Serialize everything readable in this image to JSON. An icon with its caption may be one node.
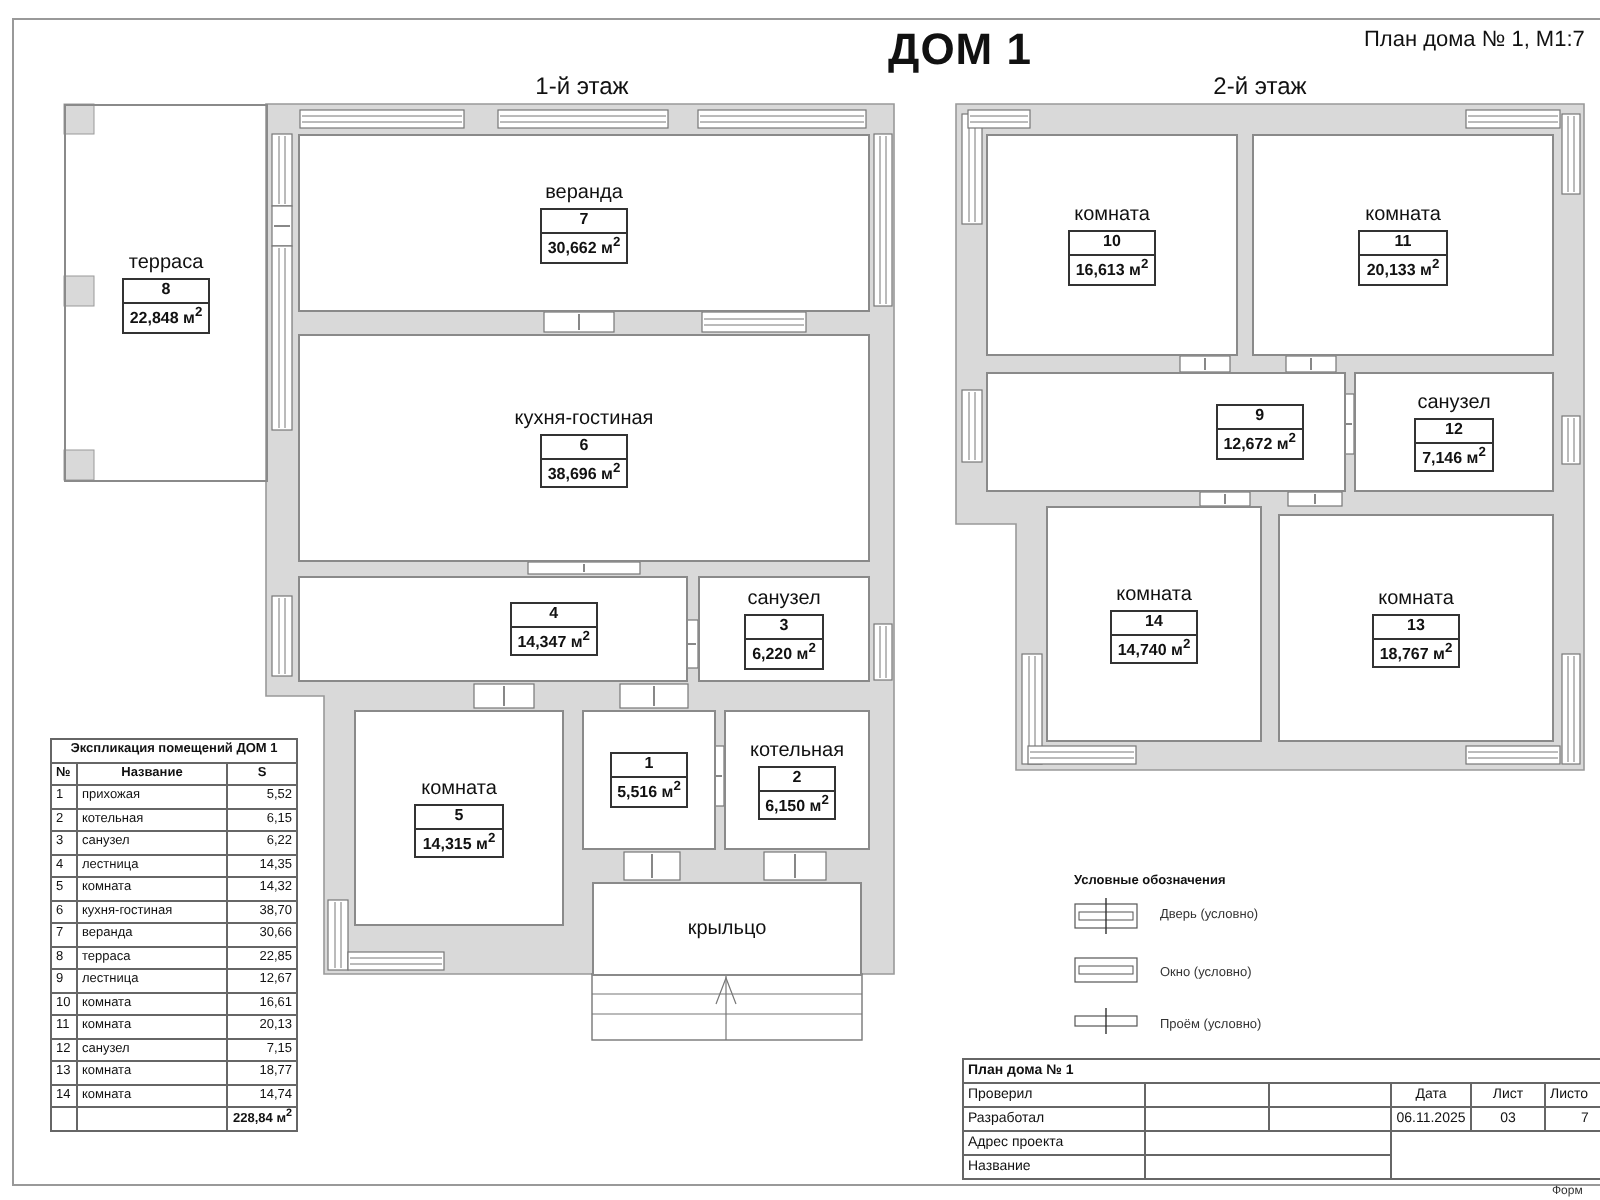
{
  "diagram": {
    "title": "ДОМ 1",
    "nodes": [
      {
        "text": [
          "терраса",
          "8",
          "22,848 м$^{2}$"
        ]
      },
      {
        "text": [
          "веранда",
          "7",
          "30,662 м$^{2}$"
        ]
      },
      {
        "text": [
          "кухня-гостиная",
          "6",
          "38,696 м$^{2}$"
        ]
      },
      {
        "text": [
          "4",
          "14,347 м$^{2}$"
        ]
      },
      {
        "text": [
          "санузел",
          "3",
          "6,220 м$^{2}$"
        ]
      },
      {
        "text": [
          "комната",
          "5",
          "14,315 м$^{2}$"
        ]
      },
      {
        "text": [
          "1",
          "5,516 м$^{2}$"
        ]
      },
      {
        "text": [
          "котельная",
          "2",
          "6,150 м$^{2}$"
        ]
      },
      {
        "text": [
          "крыльцо"
        ]
      },
      {
        "text": [
          "комната",
          "10",
          "16,613 м$^{2}$"
        ]
      },
      {
        "text": [
          "комната",
          "11",
          "20,133 м$^{2}$"
        ]
      },
      {
        "text": [
          "9",
          "12,672 м$^{2}$"
        ]
      },
      {
        "text": [
          "санузел",
          "12",
          "7,146 м$^{2}$"
        ]
      },
      {
        "text": [
          "комната",
          "14",
          "14,740 м$^{2}$"
        ]
      },
      {
        "text": [
          "комната",
          "13",
          "18,767 м$^{2}$"
        ]
      }
    ],
    "labels": [
      "План дома № 1, М1:7",
      "1-й этаж",
      "2-й этаж",
      "Экспликация помещений ДОМ 1",
      "№",
      "Название",
      "S",
      "1",
      "прихожая",
      "5,52",
      "2",
      "котельная",
      "6,15",
      "3",
      "санузел",
      "6,22",
      "4",
      "лестница",
      "14,35",
      "5",
      "комната",
      "14,32",
      "6",
      "кухня-гостиная",
      "38,70",
      "7",
      "веранда",
      "30,66",
      "8",
      "терраса",
      "22,85",
      "9",
      "лестница",
      "12,67",
      "10",
      "комната",
      "16,61",
      "11",
      "комната",
      "20,13",
      "12",
      "санузел",
      "7,15",
      "13",
      "комната",
      "18,77",
      "14",
      "комната",
      "14,74",
      "228,84 м$^{2}$",
      "Условные обозначения",
      "План дома № 1",
      "Проверил",
      "Дата",
      "Лист",
      "Листо",
      "Разработал",
      "06.11.2025",
      "03",
      "7",
      "Адрес проекта",
      "Название",
      "Форм"
    ],
    "legend": [
      {
        "text": "Дверь (условно)"
      },
      {
        "text": "Окно (условно)"
      },
      {
        "text": "Проём (условно)"
      }
    ]
  }
}
